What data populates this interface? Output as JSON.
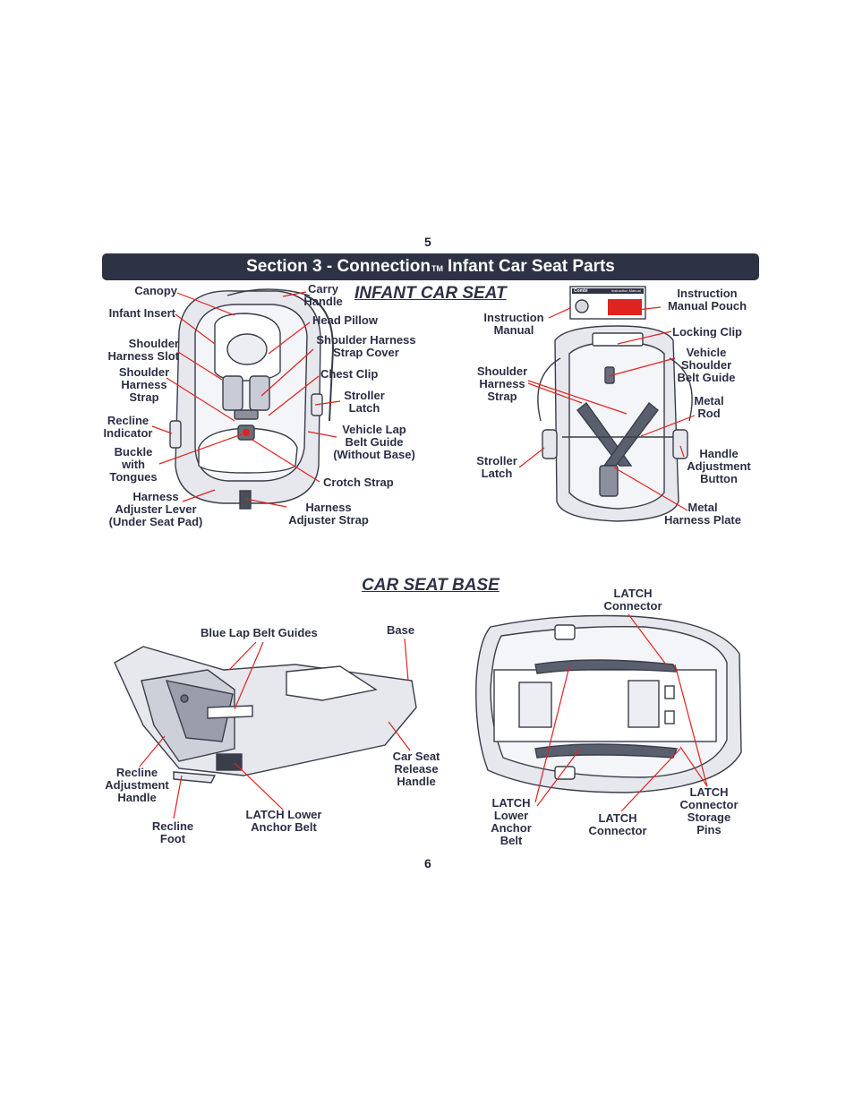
{
  "page": {
    "top_number": "5",
    "bottom_number": "6"
  },
  "banner": {
    "prefix": "Section 3 - Connection",
    "tm": "TM",
    "suffix": "Infant Car Seat Parts"
  },
  "infant_car_seat": {
    "heading": "INFANT CAR SEAT",
    "labels": {
      "canopy": "Canopy",
      "carry_handle": "Carry\nHandle",
      "infant_insert": "Infant Insert",
      "head_pillow": "Head Pillow",
      "shoulder_harness_slot": "Shoulder\nHarness Slot",
      "shoulder_harness_strap_cover": "Shoulder Harness\nStrap Cover",
      "shoulder_harness_strap": "Shoulder\nHarness\nStrap",
      "chest_clip": "Chest Clip",
      "stroller_latch": "Stroller\nLatch",
      "recline_indicator": "Recline\nIndicator",
      "vehicle_lap_belt_guide": "Vehicle Lap\nBelt Guide\n(Without Base)",
      "buckle_with_tongues": "Buckle\nwith\nTongues",
      "crotch_strap": "Crotch Strap",
      "harness_adjuster_lever": "Harness\nAdjuster Lever\n(Under Seat Pad)",
      "harness_adjuster_strap": "Harness\nAdjuster Strap"
    },
    "back_labels": {
      "instruction_manual": "Instruction\nManual",
      "instruction_manual_pouch": "Instruction\nManual Pouch",
      "locking_clip": "Locking Clip",
      "vehicle_shoulder_belt_guide": "Vehicle\nShoulder\nBelt Guide",
      "shoulder_harness_strap": "Shoulder\nHarness\nStrap",
      "metal_rod": "Metal\nRod",
      "stroller_latch": "Stroller\nLatch",
      "handle_adjustment_button": "Handle\nAdjustment\nButton",
      "metal_harness_plate": "Metal\nHarness Plate"
    },
    "manual_thumb": {
      "brand": "Combi",
      "title": "Instruction Manual"
    }
  },
  "car_seat_base": {
    "heading": "CAR SEAT BASE",
    "labels": {
      "blue_lap_belt_guides": "Blue Lap Belt Guides",
      "base": "Base",
      "recline_adjustment_handle": "Recline\nAdjustment\nHandle",
      "car_seat_release_handle": "Car Seat\nRelease\nHandle",
      "recline_foot": "Recline\nFoot",
      "latch_lower_anchor_belt": "LATCH Lower\nAnchor Belt"
    },
    "bottom_labels": {
      "latch_connector_top": "LATCH\nConnector",
      "latch_lower_anchor_belt": "LATCH\nLower\nAnchor\nBelt",
      "latch_connector_bottom": "LATCH\nConnector",
      "latch_connector_storage_pins": "LATCH\nConnector\nStorage\nPins"
    }
  },
  "colors": {
    "banner": "#2d3244",
    "leader": "#e0231e",
    "outline": "#3a3d4a",
    "fill": "#e6e8ee",
    "strap": "#5a5f6e"
  }
}
